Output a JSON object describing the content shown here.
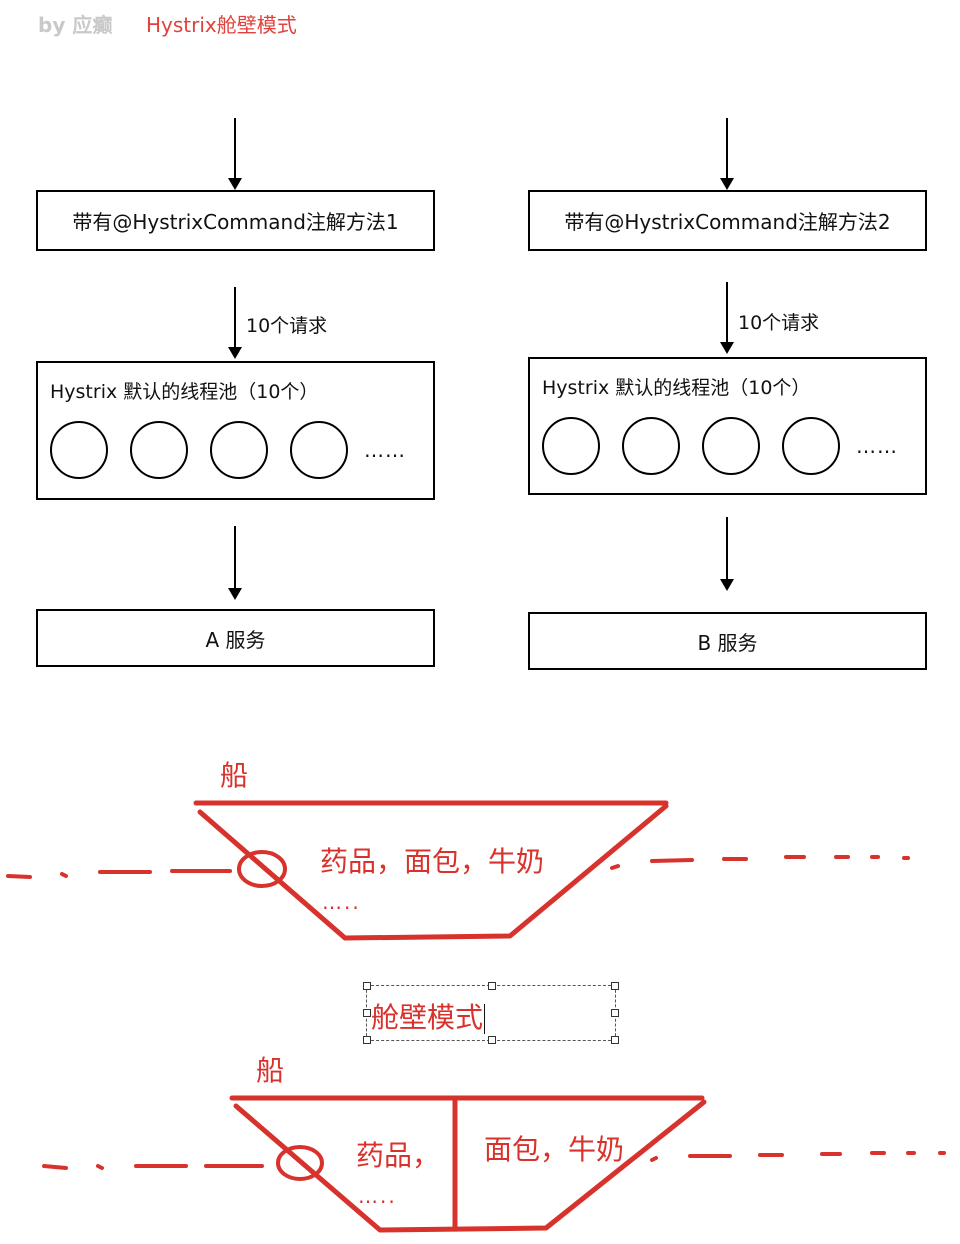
{
  "header": {
    "byline": "by 应癫",
    "title": "Hystrix舱壁模式"
  },
  "diagram": {
    "left": {
      "method_box": "带有@HystrixCommand注解方法1",
      "request_label": "10个请求",
      "pool_label": "Hystrix 默认的线程池（10个）",
      "pool_ellipsis": "……",
      "service_box": "A 服务"
    },
    "right": {
      "method_box": "带有@HystrixCommand注解方法2",
      "request_label": "10个请求",
      "pool_label": "Hystrix 默认的线程池（10个）",
      "pool_ellipsis": "……",
      "service_box": "B 服务"
    }
  },
  "sketch": {
    "color": "#d8322d",
    "ship1": {
      "label": "船",
      "cargo": "药品，面包，牛奶",
      "dots": "….."
    },
    "textbox": {
      "text": "舱壁模式"
    },
    "ship2": {
      "label": "船",
      "cargo_left": "药品，",
      "cargo_right": "面包，牛奶",
      "dots": "….."
    }
  }
}
